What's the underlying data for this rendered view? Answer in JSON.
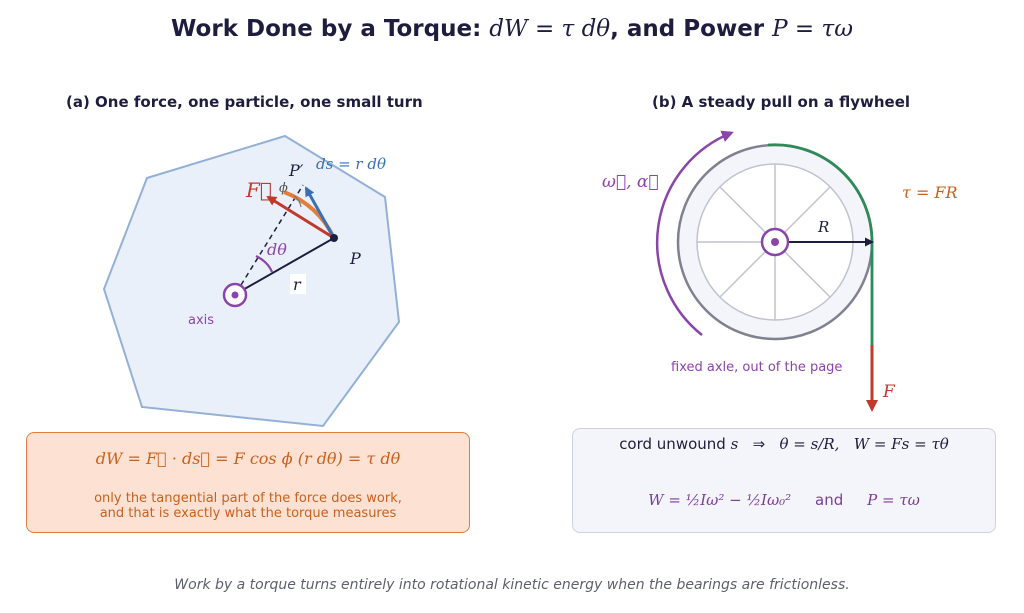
{
  "title": {
    "text": "Work Done by a Torque: ",
    "eq1": "dW = τ dθ",
    "joiner": ", and Power ",
    "eq2": "P = τω"
  },
  "panel_a": {
    "subtitle": "(a) One force, one particle, one small turn",
    "labels": {
      "force": "F⃗",
      "phi": "ϕ",
      "p_prime": "P′",
      "ds": "ds = r dθ",
      "dtheta": "dθ",
      "p": "P",
      "r": "r",
      "axis": "axis"
    },
    "formula": "dW = F⃗ · ds⃗ = F cos ϕ (r dθ) = τ dθ",
    "note_line1": "only the tangential part of the force does work,",
    "note_line2": "and that is exactly what the torque measures"
  },
  "panel_b": {
    "subtitle": "(b) A steady pull on a flywheel",
    "labels": {
      "omega_alpha": "ω⃗,  α⃗",
      "tau": "τ = FR",
      "radius": "R",
      "force": "F",
      "axle": "fixed axle, out of the page"
    },
    "line1_text": "cord unwound ",
    "line1_s": "s",
    "line1_arrow": "⇒",
    "line1_theta": "θ = s/R,",
    "line1_work": "W = Fs = τθ",
    "line2_work": "W = ½Iω² − ½Iω₀²",
    "line2_and": "and",
    "line2_power": "P = τω"
  },
  "footer": "Work by a torque turns entirely into rotational kinetic energy when the bearings are frictionless.",
  "colors": {
    "navy": "#1f1d3d",
    "purple": "#8a45a8",
    "orange": "#e07f3c",
    "red": "#c0392b",
    "blue": "#3a6fb5",
    "green": "#2e8a57",
    "body_fill": "#eaf0fa",
    "body_stroke": "#93b0d6"
  }
}
